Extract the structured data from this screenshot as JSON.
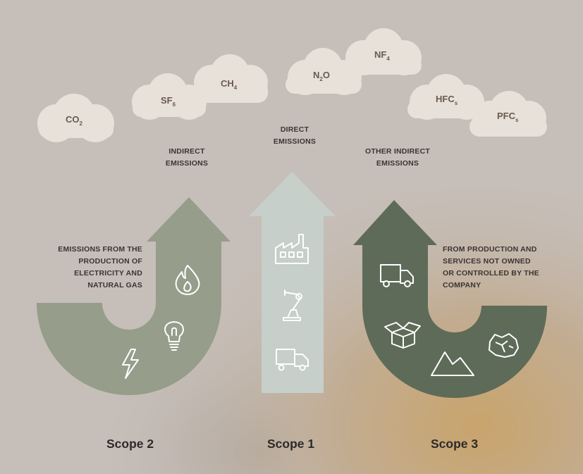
{
  "clouds": [
    {
      "id": "co2",
      "main": "CO",
      "sub": "2"
    },
    {
      "id": "sf6",
      "main": "SF",
      "sub": "6"
    },
    {
      "id": "ch4",
      "main": "CH",
      "sub": "4"
    },
    {
      "id": "n2o",
      "main": "N",
      "sub": "2",
      "tail": "O"
    },
    {
      "id": "nf4",
      "main": "NF",
      "sub": "4"
    },
    {
      "id": "hfcs",
      "main": "HFC",
      "sub": "s"
    },
    {
      "id": "pfcs",
      "main": "PFC",
      "sub": "s"
    }
  ],
  "categories": {
    "indirect": [
      "INDIRECT",
      "EMISSIONS"
    ],
    "direct": [
      "DIRECT",
      "EMISSIONS"
    ],
    "other_indirect": [
      "OTHER INDIRECT",
      "EMISSIONS"
    ]
  },
  "descriptions": {
    "scope2": [
      "EMISSIONS FROM THE",
      "PRODUCTION OF",
      "ELECTRICITY AND",
      "NATURAL GAS"
    ],
    "scope3": [
      "FROM PRODUCTION AND",
      "SERVICES NOT OWNED",
      "OR CONTROLLED BY THE",
      "COMPANY"
    ]
  },
  "scopes": {
    "scope2": "Scope 2",
    "scope1": "Scope 1",
    "scope3": "Scope 3"
  },
  "colors": {
    "scope2_arrow": "#969d8b",
    "scope1_arrow": "#c6cfca",
    "scope3_arrow": "#5e6b58",
    "cloud": "#e7e1da",
    "cloud_text": "#6b5a4e"
  },
  "icons": {
    "scope2": [
      "flame-icon",
      "lightbulb-icon",
      "lightning-icon"
    ],
    "scope1": [
      "factory-icon",
      "robot-arm-icon",
      "truck-icon"
    ],
    "scope3": [
      "truck-icon",
      "open-box-icon",
      "mountain-icon",
      "crumpled-paper-icon"
    ]
  }
}
